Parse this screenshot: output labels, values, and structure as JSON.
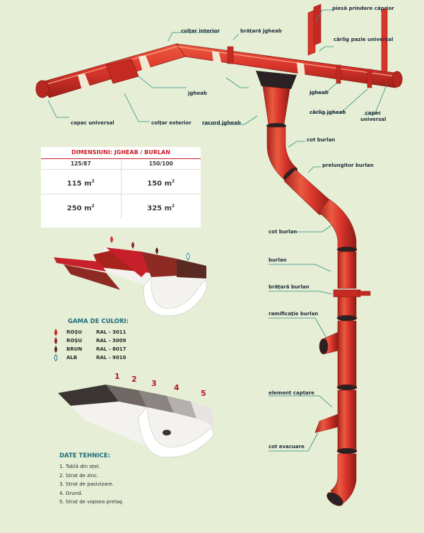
{
  "labels": {
    "piesa_prindere": "piesă prindere căprior",
    "coltar_interior": "colțar interior",
    "bratara_jgheab": "brățară jgheab",
    "carlig_pazie": "cârlig pazie universal",
    "jgheab_left": "jgheab",
    "jgheab_right": "jgheab",
    "capac_universal_left": "capac universal",
    "coltar_exterior": "colțar exterior",
    "racord_jgheab": "racord jgheab",
    "carlig_jgheab": "cârlig jgheab",
    "capac_universal_right": "capac universal",
    "cot_burlan_top": "cot burlan",
    "prelungitor_burlan": "prelungitor burlan",
    "cot_burlan_mid": "cot burlan",
    "burlan": "burlan",
    "bratara_burlan": "brățară burlan",
    "ramificatie_burlan": "ramificație burlan",
    "element_captare": "element captare",
    "cot_evacuare": "cot evacuare"
  },
  "dimensions": {
    "title": "DIMENSIUNI: JGHEAB / BURLAN",
    "headers": [
      "125/87",
      "150/100"
    ],
    "rows": [
      {
        "a": "115 m",
        "b": "150 m"
      },
      {
        "a": "250 m",
        "b": "325 m"
      }
    ],
    "unit_sup": "2"
  },
  "colors": {
    "title": "GAMA DE CULORI:",
    "items": [
      {
        "name": "ROȘU",
        "code": "RAL - 3011",
        "hex": "#c8202b"
      },
      {
        "name": "ROȘU",
        "code": "RAL - 3009",
        "hex": "#8e2a24"
      },
      {
        "name": "BRUN",
        "code": "RAL - 8017",
        "hex": "#5a2a22"
      },
      {
        "name": "ALB",
        "code": "RAL - 9010",
        "hex": "#ffffff"
      }
    ]
  },
  "layers": {
    "numbers": [
      "1",
      "2",
      "3",
      "4",
      "5"
    ]
  },
  "tech": {
    "title": "DATE TEHNICE:",
    "items": [
      "1. Tablă din oțel.",
      "2. Strat de zinc.",
      "3. Strat de pasivizare.",
      "4. Grund.",
      "5. Strat de vopsea prelaq."
    ]
  },
  "palette": {
    "gutter_red": "#d9352b",
    "gutter_dark": "#a8231c",
    "accent_teal": "#1e6b78"
  }
}
